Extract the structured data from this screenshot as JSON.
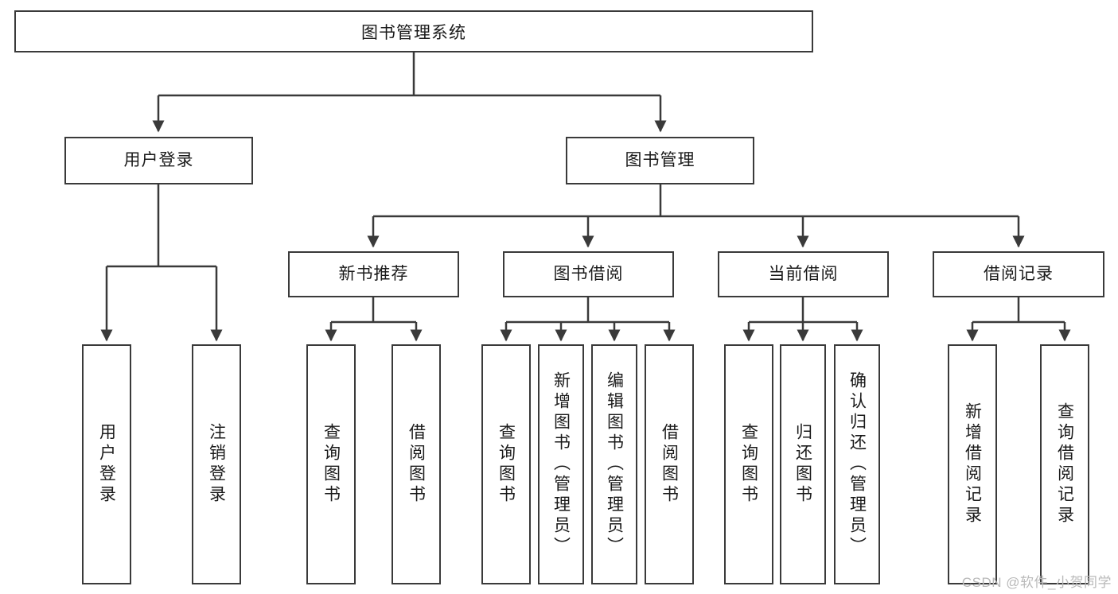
{
  "diagram": {
    "title": "图书管理系统",
    "type": "tree",
    "watermark": "CSDN @软件_小贺同学",
    "stroke_color": "#3a3a3a",
    "background_color": "#ffffff",
    "text_color": "#1a1a1a",
    "watermark_color": "#b9b9b9"
  },
  "nodes": {
    "root": {
      "label": "图书管理系统"
    },
    "level2": [
      {
        "id": "user-login",
        "label": "用户登录"
      },
      {
        "id": "book-manage",
        "label": "图书管理"
      }
    ],
    "level3": [
      {
        "id": "new-book-recommend",
        "label": "新书推荐"
      },
      {
        "id": "book-borrow",
        "label": "图书借阅"
      },
      {
        "id": "current-borrow",
        "label": "当前借阅"
      },
      {
        "id": "borrow-record",
        "label": "借阅记录"
      }
    ],
    "leaves": {
      "user_login": [
        {
          "id": "leaf-user-login",
          "label": "用户登录"
        },
        {
          "id": "leaf-logout-login",
          "label": "注销登录"
        }
      ],
      "new_book_recommend": [
        {
          "id": "leaf-query-book-1",
          "label": "查询图书"
        },
        {
          "id": "leaf-borrow-book-1",
          "label": "借阅图书"
        }
      ],
      "book_borrow": [
        {
          "id": "leaf-query-book-2",
          "label": "查询图书"
        },
        {
          "id": "leaf-add-book",
          "label": "新增图书（管理员）"
        },
        {
          "id": "leaf-edit-book",
          "label": "编辑图书（管理员）"
        },
        {
          "id": "leaf-borrow-book-2",
          "label": "借阅图书"
        }
      ],
      "current_borrow": [
        {
          "id": "leaf-query-book-3",
          "label": "查询图书"
        },
        {
          "id": "leaf-return-book",
          "label": "归还图书"
        },
        {
          "id": "leaf-confirm-return",
          "label": "确认归还（管理员）"
        }
      ],
      "borrow_record": [
        {
          "id": "leaf-add-record",
          "label": "新增借阅记录"
        },
        {
          "id": "leaf-query-record",
          "label": "查询借阅记录"
        }
      ]
    }
  }
}
